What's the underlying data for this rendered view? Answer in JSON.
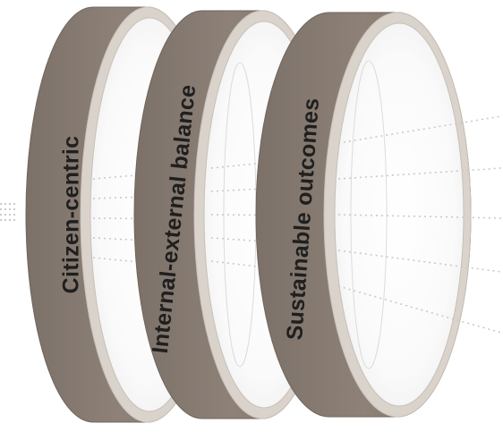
{
  "diagram": {
    "rings": [
      {
        "label": "Citizen-centric"
      },
      {
        "label": "Internal-external balance"
      },
      {
        "label": "Sustainable outcomes"
      }
    ],
    "colors": {
      "band": "#8b7f76",
      "band_dark": "#74695f",
      "rim": "#ded8d1",
      "rim_edge": "#cfc7be",
      "face": "#f8f8f8",
      "dots": "#b8b8b8",
      "text": "#1f1f1f"
    }
  }
}
